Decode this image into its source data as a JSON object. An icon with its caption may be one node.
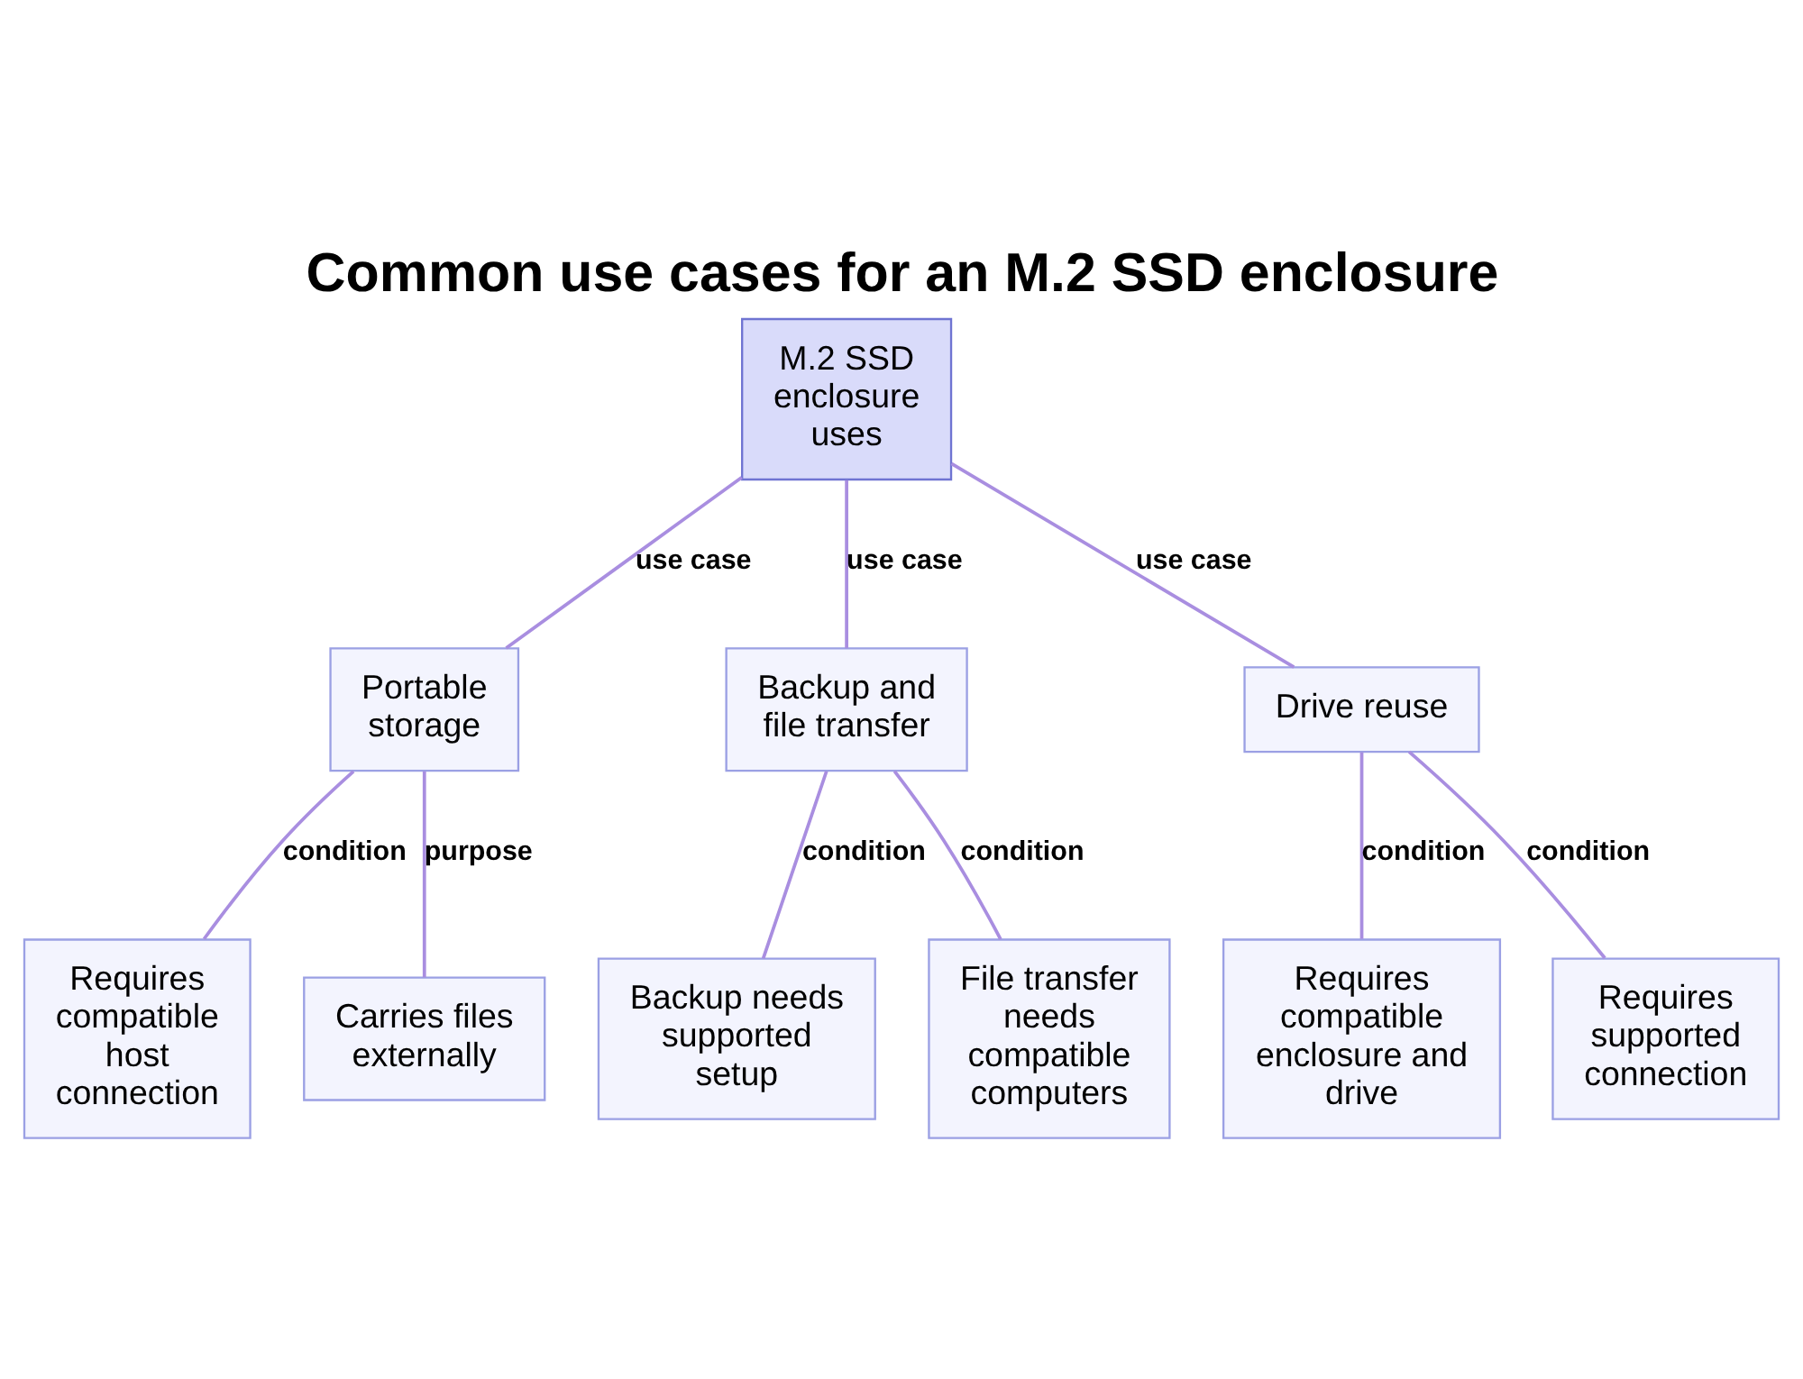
{
  "diagram": {
    "title": "Common use cases for an M.2 SSD enclosure",
    "nodes": [
      {
        "text": [
          "M.2 SSD enclosure uses"
        ]
      },
      {
        "text": [
          "Portable storage"
        ]
      },
      {
        "text": [
          "Backup and file transfer"
        ]
      },
      {
        "text": [
          "Drive reuse"
        ]
      },
      {
        "text": [
          "Requires compatible host connection"
        ]
      },
      {
        "text": [
          "Carries files externally"
        ]
      },
      {
        "text": [
          "Backup needs supported setup"
        ]
      },
      {
        "text": [
          "File transfer needs compatible computers"
        ]
      },
      {
        "text": [
          "Requires compatible enclosure and drive"
        ]
      },
      {
        "text": [
          "Requires supported connection"
        ]
      }
    ],
    "edges": [
      {
        "from": 0,
        "to": 1,
        "arrow": "none",
        "label": "use case"
      },
      {
        "from": 0,
        "to": 2,
        "arrow": "none",
        "label": "use case"
      },
      {
        "from": 0,
        "to": 3,
        "arrow": "none",
        "label": "use case"
      },
      {
        "from": 1,
        "to": 4,
        "arrow": "none",
        "label": "condition"
      },
      {
        "from": 1,
        "to": 5,
        "arrow": "none",
        "label": "purpose"
      },
      {
        "from": 2,
        "to": 6,
        "arrow": "none",
        "label": "condition"
      },
      {
        "from": 2,
        "to": 7,
        "arrow": "none",
        "label": "condition"
      },
      {
        "from": 3,
        "to": 8,
        "arrow": "none",
        "label": "condition"
      },
      {
        "from": 3,
        "to": 9,
        "arrow": "none",
        "label": "condition"
      }
    ]
  }
}
